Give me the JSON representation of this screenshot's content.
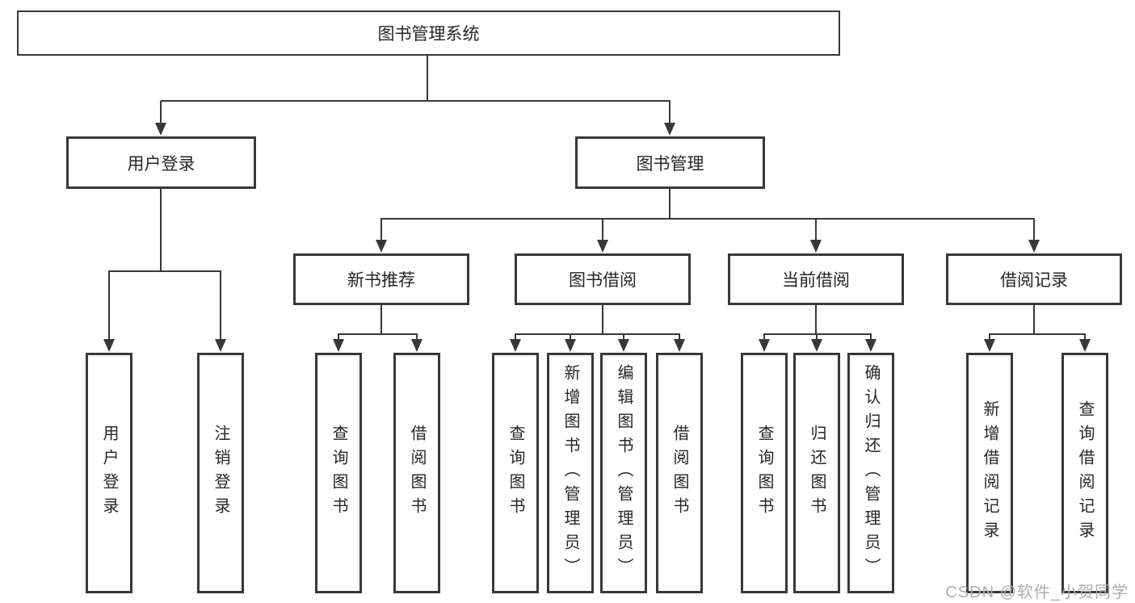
{
  "nodes": {
    "root": "图书管理系统",
    "level2": [
      "用户登录",
      "图书管理"
    ],
    "level3": [
      "新书推荐",
      "图书借阅",
      "当前借阅",
      "借阅记录"
    ],
    "leaves": [
      "用户登录",
      "注销登录",
      "查询图书",
      "借阅图书",
      "查询图书",
      "新增图书（管理员）",
      "编辑图书（管理员）",
      "借阅图书",
      "查询图书",
      "归还图书",
      "确认归还（管理员）",
      "新增借阅记录",
      "查询借阅记录"
    ]
  },
  "watermark": "CSDN @软件_小贺同学",
  "colors": {
    "line": "#383838",
    "text": "#262626",
    "watermark": "#a9aeb6",
    "background": "#ffffff"
  }
}
